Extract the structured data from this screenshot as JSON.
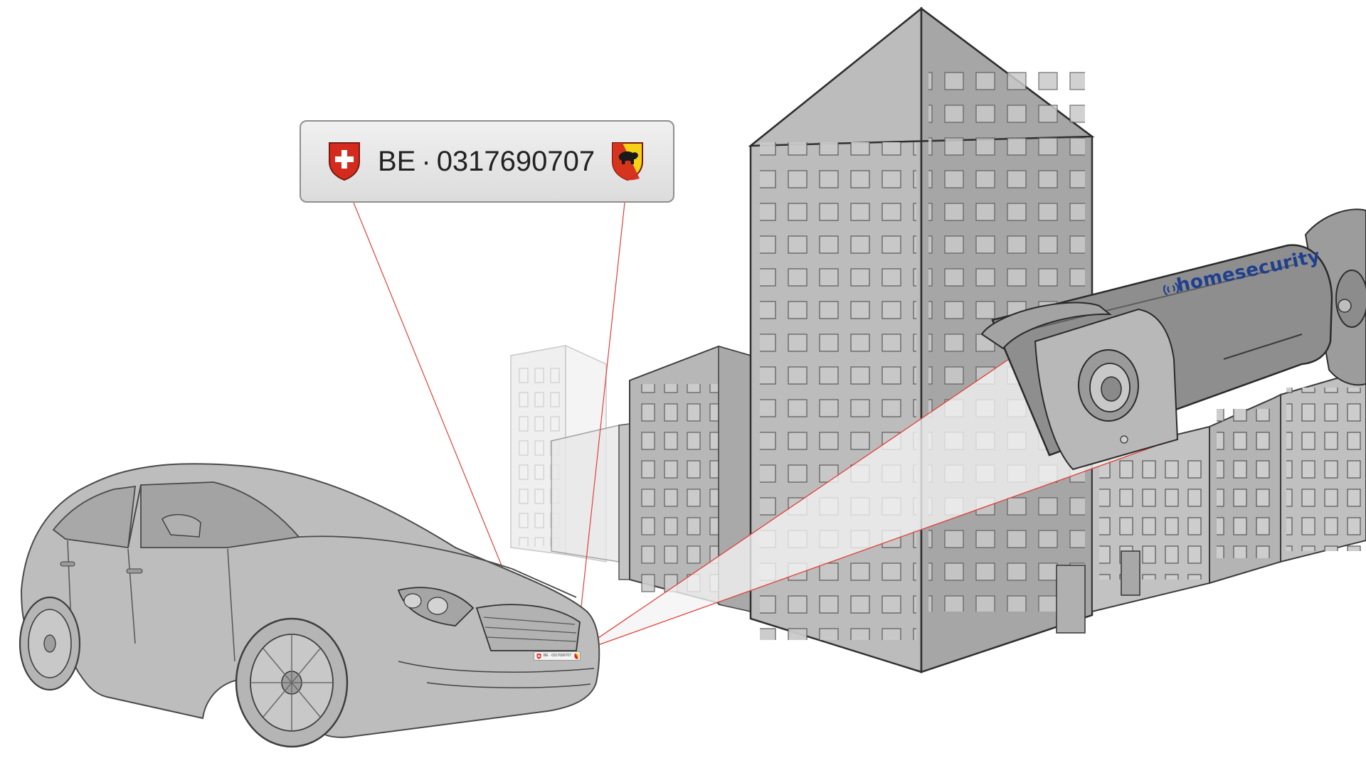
{
  "plate": {
    "canton": "BE",
    "separator": "·",
    "number": "0317690707"
  },
  "camera": {
    "brand": "homesecurity"
  },
  "colors": {
    "swiss_red": "#d52b1e",
    "bern_yellow": "#f7d117",
    "bern_red": "#d52b1e",
    "laser_red": "#e0403a",
    "brand_blue": "#1f3f8f",
    "building_gray": "#b9b9b9",
    "car_gray": "#bdbdbd"
  },
  "icons": {
    "swiss": "swiss-cross-shield-icon",
    "bern": "bern-bear-shield-icon",
    "wireless": "wireless-signal-icon"
  }
}
